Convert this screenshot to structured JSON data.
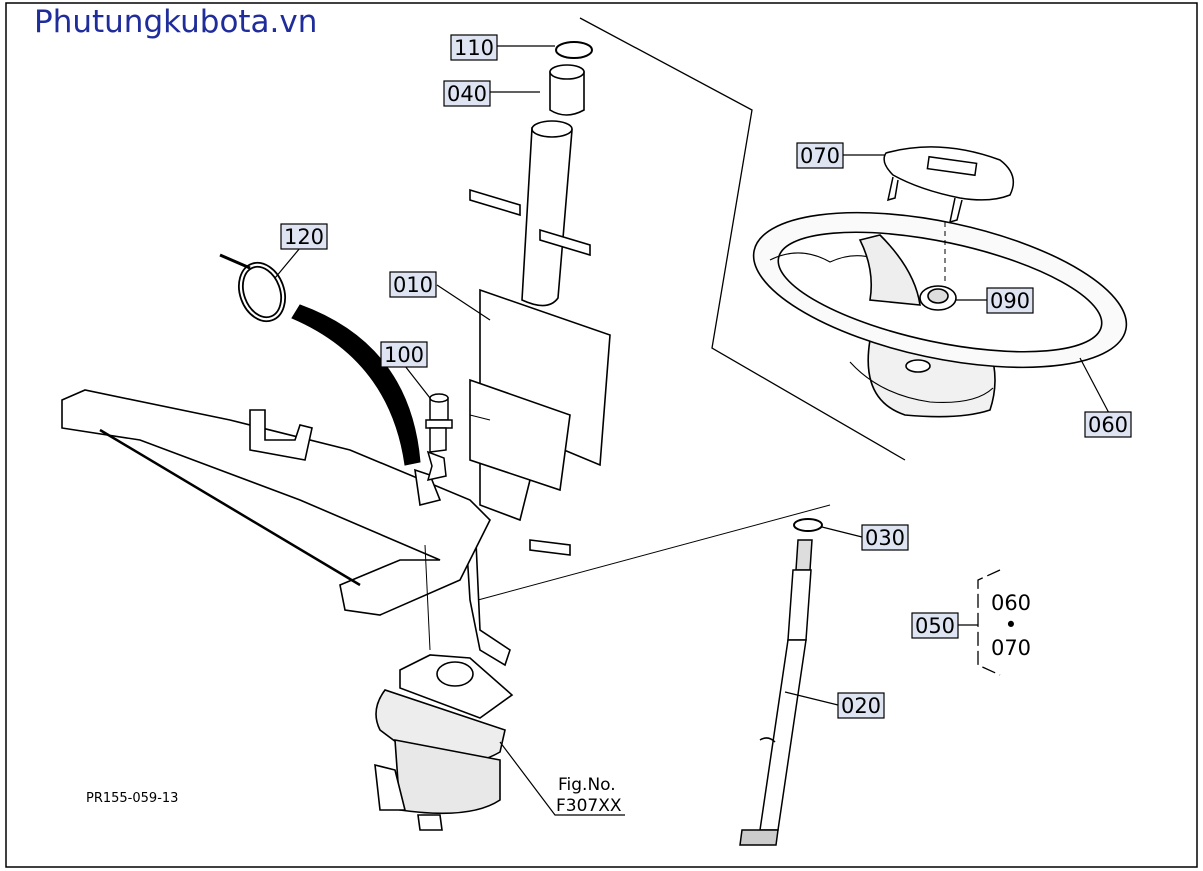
{
  "watermark": "Phutungkubota.vn",
  "drawing_code": "PR155-059-13",
  "fig_ref": {
    "line1": "Fig.No.",
    "line2": "F307XX"
  },
  "parts": [
    {
      "id": "p110",
      "label": "110"
    },
    {
      "id": "p040",
      "label": "040"
    },
    {
      "id": "p070",
      "label": "070"
    },
    {
      "id": "p120",
      "label": "120"
    },
    {
      "id": "p010",
      "label": "010"
    },
    {
      "id": "p100",
      "label": "100"
    },
    {
      "id": "p090",
      "label": "090"
    },
    {
      "id": "p060",
      "label": "060"
    },
    {
      "id": "p030",
      "label": "030"
    },
    {
      "id": "p050",
      "label": "050"
    },
    {
      "id": "p020",
      "label": "020"
    }
  ],
  "set_group": {
    "top": "060",
    "dot": "•",
    "bottom": "070"
  }
}
